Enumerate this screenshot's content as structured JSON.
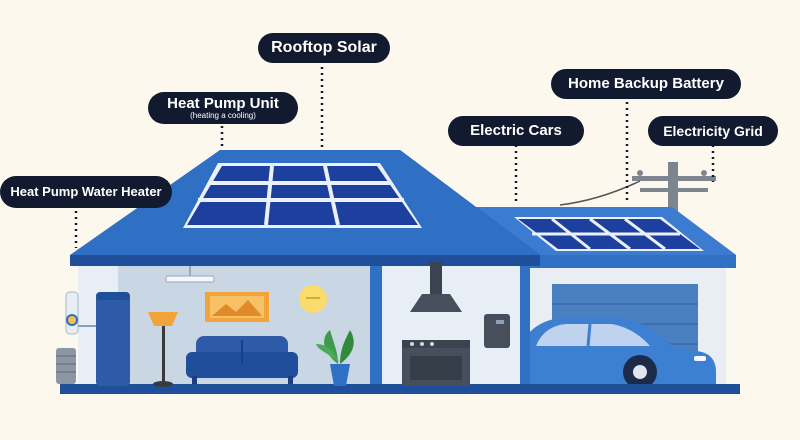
{
  "labels": {
    "rooftop_solar": "Rooftop Solar",
    "heat_pump_unit": "Heat Pump Unit",
    "heat_pump_unit_sub": "(heating a cooling)",
    "home_backup_battery": "Home Backup Battery",
    "electric_cars": "Electric Cars",
    "electricity_grid": "Electricity Grid",
    "heat_pump_water_heater": "Heat Pump Water Heater"
  },
  "colors": {
    "background": "#fdf8ee",
    "label_bg": "#111a2e",
    "roof": "#2f6fc4",
    "roof_dark": "#1f4f9a",
    "solar_panel": "#1d3f9e",
    "wall_light": "#e7eef5",
    "wall_interior": "#c9d6e3",
    "accent_orange": "#f2a43a",
    "car": "#3d7fd0",
    "garage_door": "#4a7fc0"
  },
  "icons": [
    "solar-panel-icon",
    "sofa-icon",
    "floor-lamp-icon",
    "plant-icon",
    "range-hood-icon",
    "stove-icon",
    "battery-icon",
    "water-heater-icon",
    "heat-pump-icon",
    "utility-pole-icon",
    "car-icon",
    "garage-door-icon"
  ]
}
